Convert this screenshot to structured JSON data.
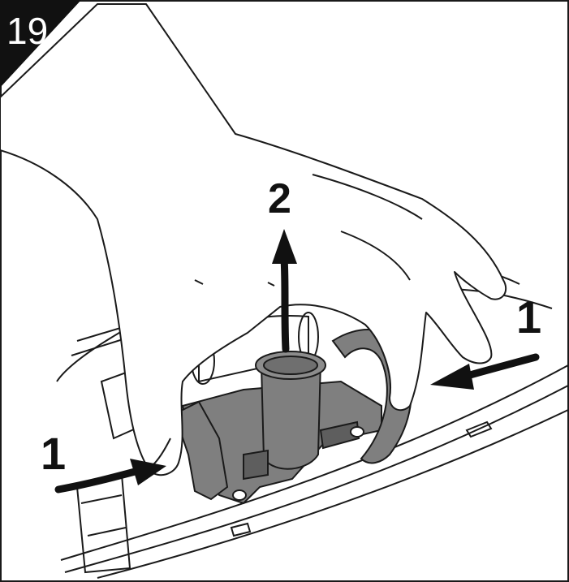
{
  "figure": {
    "step_number": "19",
    "callouts": {
      "press_right": "1",
      "press_left": "1",
      "lift": "2"
    }
  },
  "colors": {
    "outline": "#1a1a1a",
    "part_fill": "#7f7f7f",
    "part_dark": "#5e5e5e",
    "arrow": "#111111",
    "badge": "#111111",
    "background": "#ffffff"
  }
}
